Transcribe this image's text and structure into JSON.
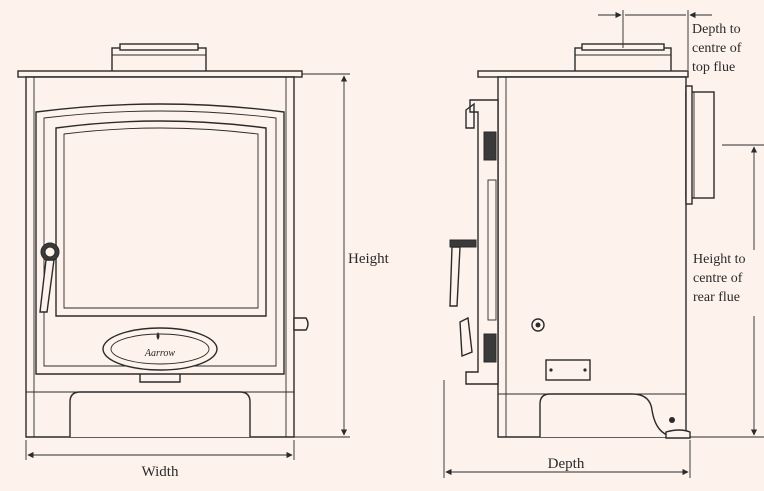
{
  "labels": {
    "height": "Height",
    "width": "Width",
    "depth": "Depth",
    "depth_top_flue": [
      "Depth to",
      "centre of",
      "top flue"
    ],
    "height_rear_flue": [
      "Height to",
      "centre of",
      "rear flue"
    ],
    "logo": "Aarrow"
  },
  "colors": {
    "background": "#fdf2ec",
    "line": "#2b2b2b"
  }
}
